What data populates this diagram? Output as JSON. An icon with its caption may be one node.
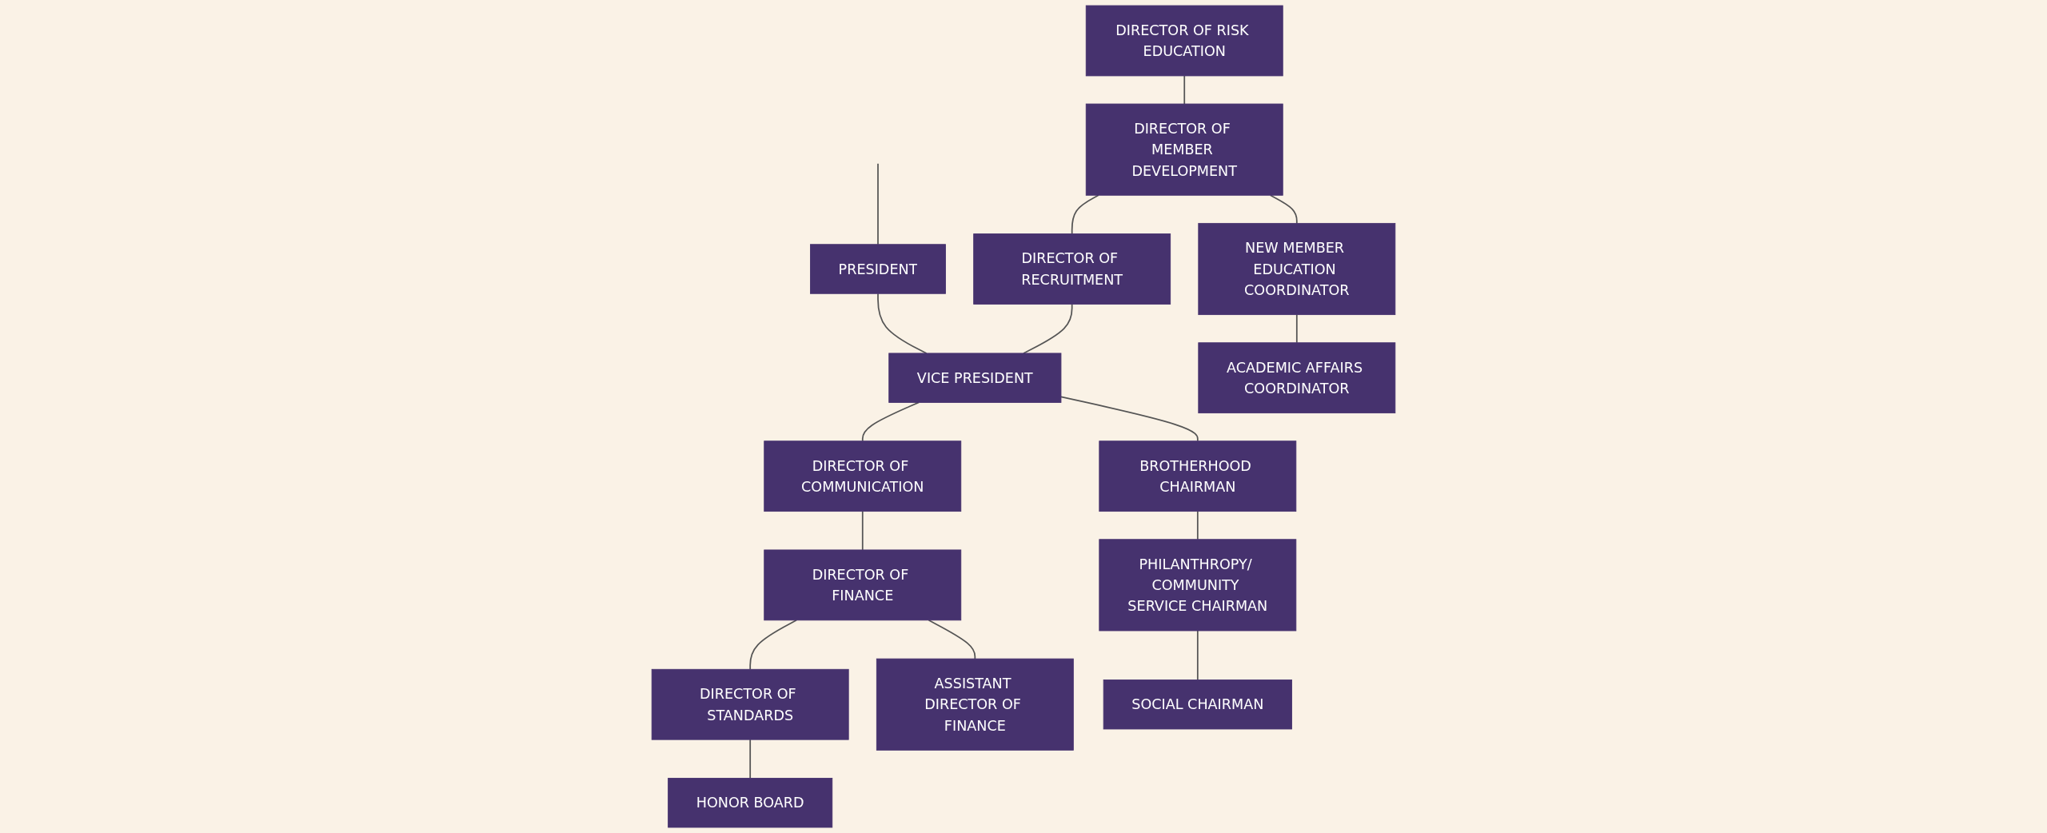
{
  "diagram": {
    "nodes": [
      {
        "text": [
          "PRESIDENT"
        ]
      },
      {
        "text": [
          "DIRECTOR OF RISK EDUCATION"
        ]
      },
      {
        "text": [
          "DIRECTOR OF MEMBER DEVELOPMENT"
        ]
      },
      {
        "text": [
          "DIRECTOR OF RECRUITMENT"
        ]
      },
      {
        "text": [
          "VICE PRESIDENT"
        ]
      },
      {
        "text": [
          "DIRECTOR OF COMMUNICATION"
        ]
      },
      {
        "text": [
          "DIRECTOR OF FINANCE"
        ]
      },
      {
        "text": [
          "DIRECTOR OF STANDARDS"
        ]
      },
      {
        "text": [
          "NEW MEMBER EDUCATION COORDINATOR"
        ]
      },
      {
        "text": [
          "BROTHERHOOD CHAIRMAN"
        ]
      },
      {
        "text": [
          "ASSISTANT DIRECTOR OF FINANCE"
        ]
      },
      {
        "text": [
          "HONOR BOARD"
        ]
      },
      {
        "text": [
          "ACADEMIC AFFAIRS COORDINATOR"
        ]
      },
      {
        "text": [
          "PHILANTHROPY/ COMMUNITY SERVICE CHAIRMAN"
        ]
      },
      {
        "text": [
          "SOCIAL CHAIRMAN"
        ]
      }
    ],
    "edges": [
      {
        "from": null,
        "to": 0,
        "arrow": "none"
      },
      {
        "from": 0,
        "to": 4,
        "arrow": "none"
      },
      {
        "from": 1,
        "to": 2,
        "arrow": "none"
      },
      {
        "from": 2,
        "to": 3,
        "arrow": "none"
      },
      {
        "from": 3,
        "to": 4,
        "arrow": "none"
      },
      {
        "from": 4,
        "to": 5,
        "arrow": "none"
      },
      {
        "from": 5,
        "to": 6,
        "arrow": "none"
      },
      {
        "from": 6,
        "to": 7,
        "arrow": "none"
      },
      {
        "from": 2,
        "to": 8,
        "arrow": "none"
      },
      {
        "from": 8,
        "to": 12,
        "arrow": "none"
      },
      {
        "from": 4,
        "to": 9,
        "arrow": "none"
      },
      {
        "from": 9,
        "to": 13,
        "arrow": "none"
      },
      {
        "from": 13,
        "to": 14,
        "arrow": "none"
      },
      {
        "from": 6,
        "to": 10,
        "arrow": "none"
      },
      {
        "from": 7,
        "to": 11,
        "arrow": "none"
      }
    ]
  }
}
